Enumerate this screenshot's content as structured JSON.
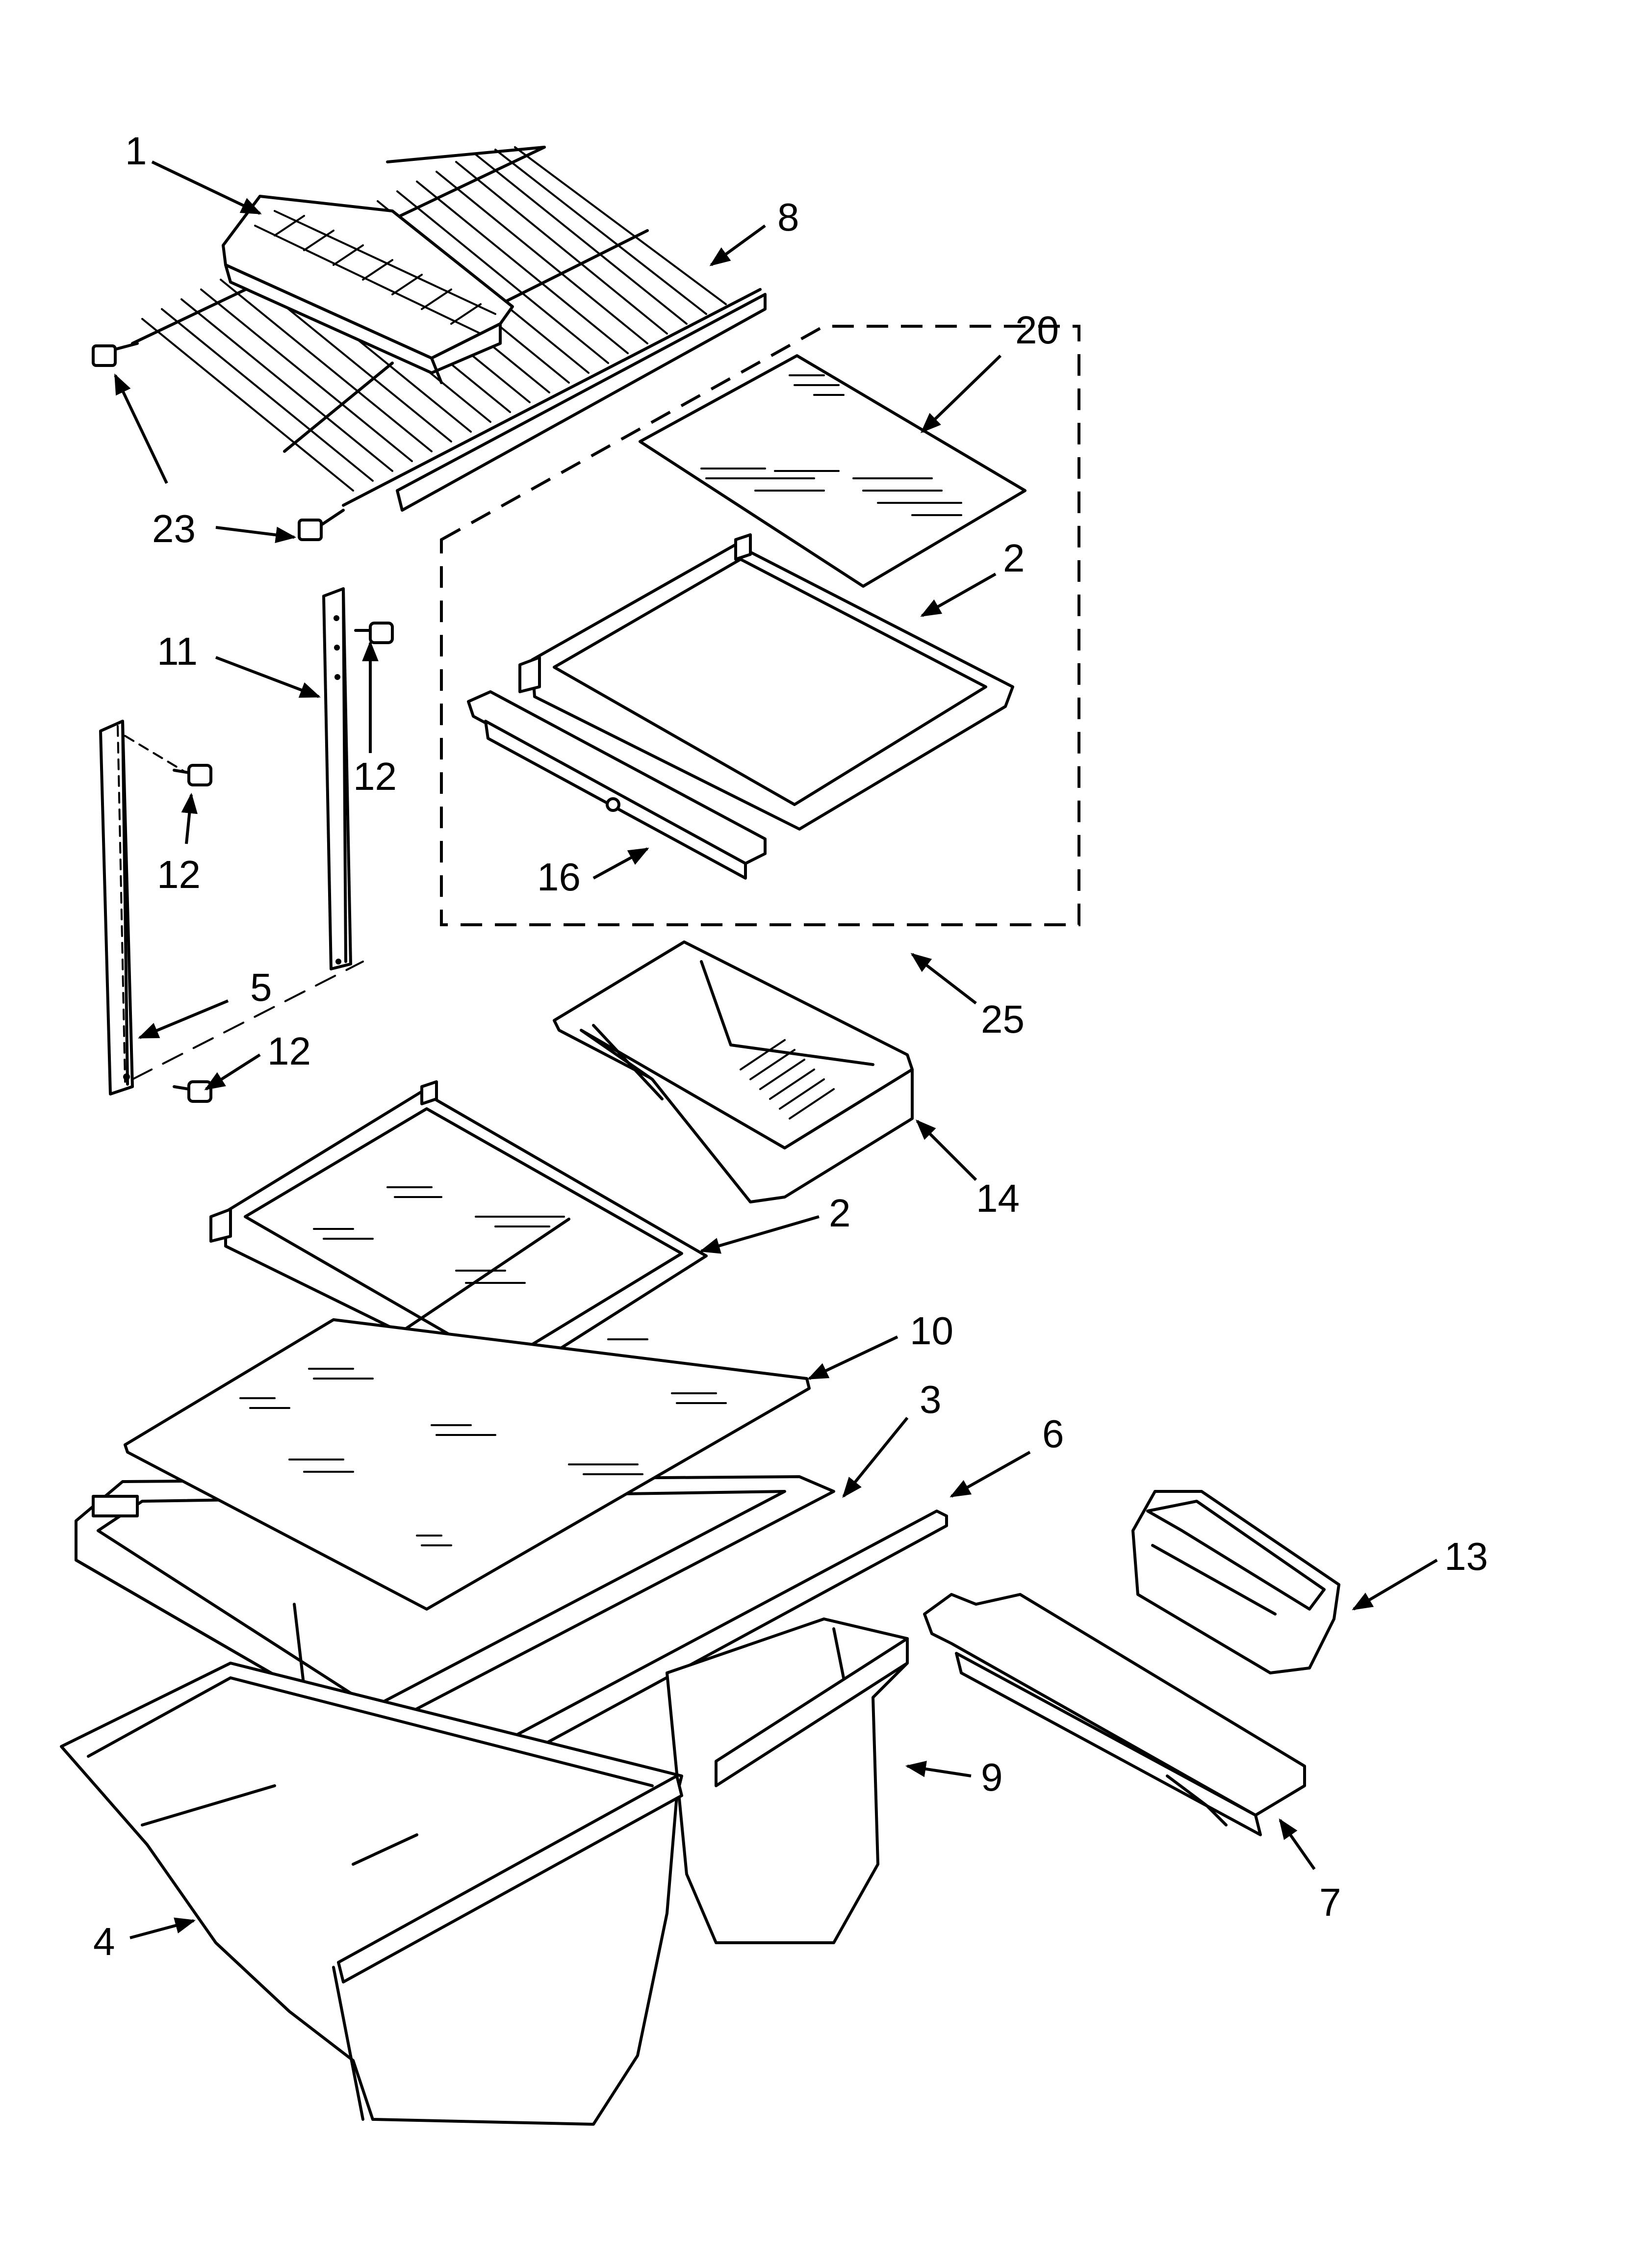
{
  "diagram": {
    "type": "exploded-parts-diagram",
    "callouts": [
      {
        "id": "c1",
        "label": "1"
      },
      {
        "id": "c8",
        "label": "8"
      },
      {
        "id": "c20",
        "label": "20"
      },
      {
        "id": "c23",
        "label": "23"
      },
      {
        "id": "c2a",
        "label": "2"
      },
      {
        "id": "c11",
        "label": "11"
      },
      {
        "id": "c12a",
        "label": "12"
      },
      {
        "id": "c12b",
        "label": "12"
      },
      {
        "id": "c16",
        "label": "16"
      },
      {
        "id": "c5",
        "label": "5"
      },
      {
        "id": "c12c",
        "label": "12"
      },
      {
        "id": "c25",
        "label": "25"
      },
      {
        "id": "c14",
        "label": "14"
      },
      {
        "id": "c2b",
        "label": "2"
      },
      {
        "id": "c10",
        "label": "10"
      },
      {
        "id": "c3",
        "label": "3"
      },
      {
        "id": "c6",
        "label": "6"
      },
      {
        "id": "c13",
        "label": "13"
      },
      {
        "id": "c9",
        "label": "9"
      },
      {
        "id": "c4",
        "label": "4"
      },
      {
        "id": "c7",
        "label": "7"
      }
    ]
  }
}
